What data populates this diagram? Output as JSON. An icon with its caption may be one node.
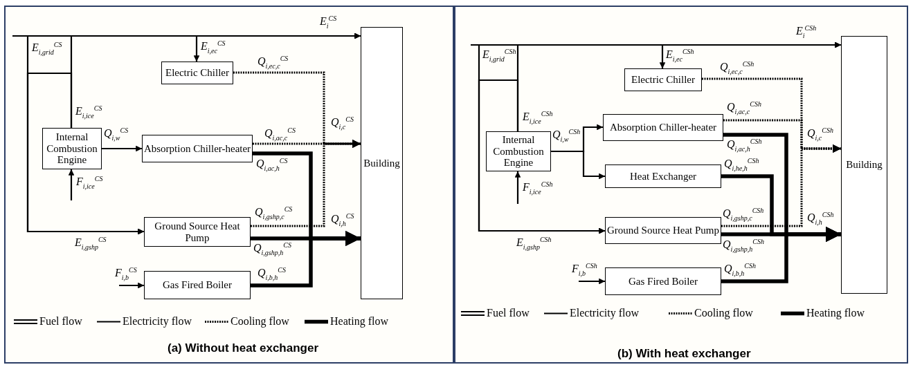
{
  "diagram": {
    "nodes": [
      {
        "text": [
          "(a) Without heat exchanger"
        ]
      },
      {
        "text": [
          "Electric Chiller"
        ],
        "in": 0
      },
      {
        "text": [
          "Internal Combustion Engine"
        ],
        "in": 0
      },
      {
        "text": [
          "Absorption Chiller-heater"
        ],
        "in": 0
      },
      {
        "text": [
          "Ground Source Heat Pump"
        ],
        "in": 0
      },
      {
        "text": [
          "Gas Fired Boiler"
        ],
        "in": 0
      },
      {
        "text": [
          "Building"
        ],
        "in": 0
      },
      {
        "text": [
          "(b) With heat exchanger"
        ]
      },
      {
        "text": [
          "Electric Chiller"
        ],
        "in": 7
      },
      {
        "text": [
          "Internal Combustion Engine"
        ],
        "in": 7
      },
      {
        "text": [
          "Absorption Chiller-heater"
        ],
        "in": 7
      },
      {
        "text": [
          "Heat Exchanger"
        ],
        "in": 7
      },
      {
        "text": [
          "Ground Source Heat Pump"
        ],
        "in": 7
      },
      {
        "text": [
          "Gas Fired Boiler"
        ],
        "in": 7
      },
      {
        "text": [
          "Building"
        ],
        "in": 7
      }
    ],
    "edges": [
      {
        "from": null,
        "to": 6,
        "arrow": "to",
        "label": "E$_{i}$$^{CS}$"
      },
      {
        "from": null,
        "to": 1,
        "arrow": "to",
        "label": "E$_{i,ec}$$^{CS}$"
      },
      {
        "from": null,
        "to": 4,
        "arrow": "to",
        "label": "E$_{i,grid}$$^{CS}$"
      },
      {
        "from": 2,
        "to": 6,
        "arrow": "to",
        "label": "E$_{i,ice}$$^{CS}$"
      },
      {
        "from": 2,
        "to": 4,
        "arrow": "to",
        "label": "E$_{i,gshp}$$^{CS}$"
      },
      {
        "from": null,
        "to": 2,
        "arrow": "to",
        "label": "F$_{i,ice}$$^{CS}$"
      },
      {
        "from": 2,
        "to": 3,
        "arrow": "to",
        "label": "Q$_{i,w}$$^{CS}$"
      },
      {
        "from": 1,
        "to": 6,
        "arrow": "to",
        "label": "Q$_{i,ec,c}$$^{CS}$",
        "style": "dashed"
      },
      {
        "from": 3,
        "to": 6,
        "arrow": "to",
        "label": "Q$_{i,ac,c}$$^{CS}$",
        "style": "dashed"
      },
      {
        "from": 3,
        "to": 6,
        "arrow": "to",
        "label": "Q$_{i,ac,h}$$^{CS}$",
        "style": "thick"
      },
      {
        "from": 4,
        "to": 6,
        "arrow": "to",
        "label": "Q$_{i,gshp,c}$$^{CS}$",
        "style": "dashed"
      },
      {
        "from": 4,
        "to": 6,
        "arrow": "to",
        "label": "Q$_{i,gshp,h}$$^{CS}$",
        "style": "thick"
      },
      {
        "from": null,
        "to": 5,
        "arrow": "to",
        "label": "F$_{i,b}$$^{CS}$"
      },
      {
        "from": 5,
        "to": 6,
        "arrow": "to",
        "label": "Q$_{i,b,h}$$^{CS}$",
        "style": "thick"
      },
      {
        "from": null,
        "to": 14,
        "arrow": "to",
        "label": "E$_{i}$$^{CSh}$"
      },
      {
        "from": null,
        "to": 8,
        "arrow": "to",
        "label": "E$_{i,ec}$$^{CSh}$"
      },
      {
        "from": null,
        "to": 12,
        "arrow": "to",
        "label": "E$_{i,grid}$$^{CSh}$"
      },
      {
        "from": 9,
        "to": 14,
        "arrow": "to",
        "label": "E$_{i,ice}$$^{CSh}$"
      },
      {
        "from": 9,
        "to": 12,
        "arrow": "to",
        "label": "E$_{i,gshp}$$^{CSh}$"
      },
      {
        "from": null,
        "to": 9,
        "arrow": "to",
        "label": "F$_{i,ice}$$^{CSh}$"
      },
      {
        "from": 9,
        "to": 10,
        "arrow": "to",
        "label": "Q$_{i,w}$$^{CSh}$"
      },
      {
        "from": 9,
        "to": 11,
        "arrow": "to"
      },
      {
        "from": 8,
        "to": 14,
        "arrow": "to",
        "label": "Q$_{i,ec,c}$$^{CSh}$",
        "style": "dashed"
      },
      {
        "from": 10,
        "to": 14,
        "arrow": "to",
        "label": "Q$_{i,ac,c}$$^{CSh}$",
        "style": "dashed"
      },
      {
        "from": 10,
        "to": 14,
        "arrow": "to",
        "label": "Q$_{i,ac,h}$$^{CSh}$",
        "style": "thick"
      },
      {
        "from": 11,
        "to": 14,
        "arrow": "to",
        "label": "Q$_{i,he,h}$$^{CSh}$",
        "style": "thick"
      },
      {
        "from": 12,
        "to": 14,
        "arrow": "to",
        "label": "Q$_{i,gshp,c}$$^{CSh}$",
        "style": "dashed"
      },
      {
        "from": 12,
        "to": 14,
        "arrow": "to",
        "label": "Q$_{i,gshp,h}$$^{CSh}$",
        "style": "thick"
      },
      {
        "from": null,
        "to": 13,
        "arrow": "to",
        "label": "F$_{i,b}$$^{CSh}$"
      },
      {
        "from": 13,
        "to": 14,
        "arrow": "to",
        "label": "Q$_{i,b,h}$$^{CSh}$",
        "style": "thick"
      }
    ],
    "labels": [
      "Q$_{i,c}$$^{CS}$",
      "Q$_{i,h}$$^{CS}$",
      "Q$_{i,c}$$^{CSh}$",
      "Q$_{i,h}$$^{CSh}$"
    ],
    "legend": [
      {
        "text": "Fuel flow"
      },
      {
        "text": "Electricity flow"
      },
      {
        "text": "Cooling flow"
      },
      {
        "text": "Heating flow"
      },
      {
        "text": "Fuel flow"
      },
      {
        "text": "Electricity flow"
      },
      {
        "text": "Cooling flow"
      },
      {
        "text": "Heating flow"
      }
    ]
  }
}
